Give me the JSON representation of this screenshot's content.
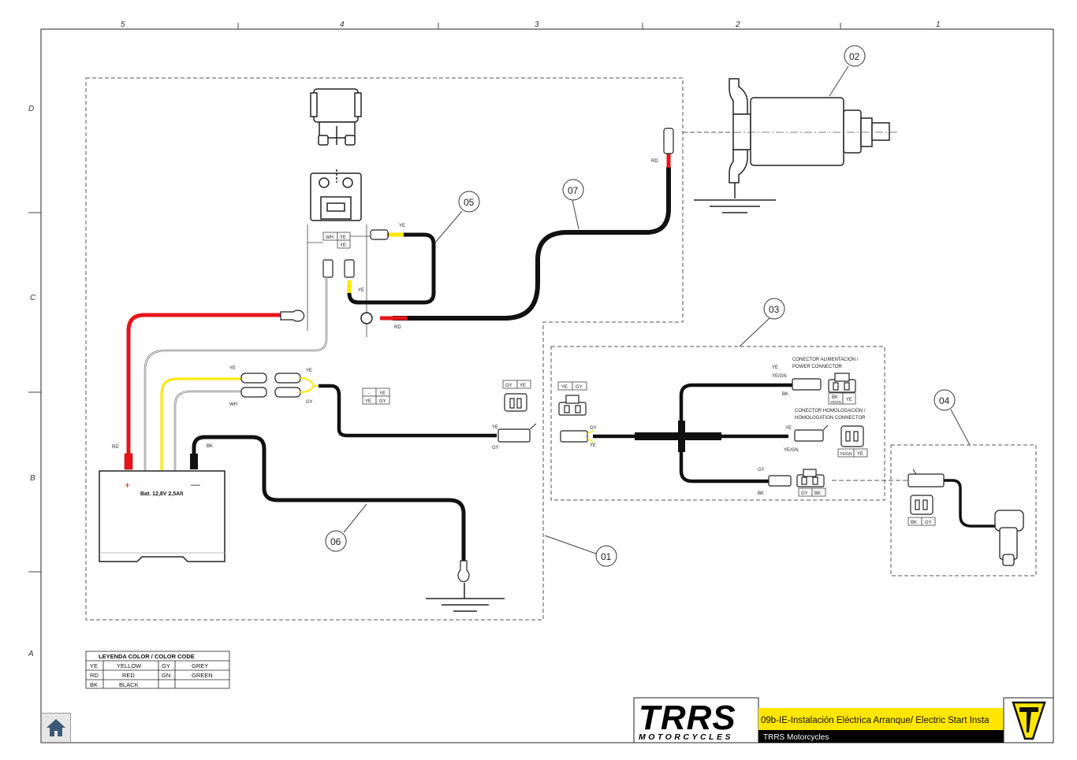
{
  "grid": {
    "columns": [
      "5",
      "4",
      "3",
      "2",
      "1"
    ],
    "rows": [
      "D",
      "C",
      "B",
      "A"
    ]
  },
  "callouts": [
    "01",
    "02",
    "03",
    "04",
    "05",
    "06",
    "07"
  ],
  "wire_labels": {
    "rd_starter": "RD",
    "rd_relay": "RD",
    "rd_battery": "RD",
    "bk_battery": "BK",
    "ye_05_top": "YE",
    "ye_05_bottom": "YE",
    "relay_wh": "WH",
    "relay_ye1": "YE",
    "relay_ye2": "YE",
    "plug_ye_left": "YE",
    "plug_wh_left": "WH",
    "plug_ye_right": "YE",
    "plug_gy_right": "GY",
    "mid_table_dash": "-",
    "mid_table_ye1": "YE",
    "mid_table_ye2": "YE",
    "mid_table_gy": "GY",
    "conn_left_ye": "YE",
    "conn_left_gy": "GY",
    "conn_b_gy": "GY",
    "conn_b_ye": "YE",
    "conn_b_label_gy": "GY",
    "conn_b_label_ye": "YE"
  },
  "harness_03": {
    "power_connector_title_es": "CONECTOR ALIMENTACION /",
    "power_connector_title_en": "POWER CONNECTOR",
    "homologation_connector_title_es": "CONECTOR HOMOLOGACIÓN /",
    "homologation_connector_title_en": "HOMOLOGATION CONNECTOR",
    "left_table": [
      "YE",
      "GY"
    ],
    "left_ye": "YE",
    "left_gy": "GY",
    "power_wire_ye": "YE",
    "power_wire_yegn": "YE/GN",
    "power_wire_bk": "BK",
    "power_pin_bk": "BK",
    "power_pin_yegn": "YE/GN",
    "power_pin_ye": "YE",
    "homolog_wire_ye": "YE",
    "homolog_wire_yegn": "YE/GN",
    "homolog_pins": [
      "YE/GN",
      "YE"
    ],
    "lower_wire_gy": "GY",
    "lower_wire_bk": "BK",
    "lower_pins": [
      "GY",
      "BK"
    ]
  },
  "switch_04": {
    "pins": [
      "BK",
      "GY"
    ]
  },
  "battery": {
    "label": "Bat. 12,8V 2,5Ah",
    "plus": "+",
    "minus": "—"
  },
  "legend": {
    "title": "LEYENDA COLOR / COLOR CODE",
    "rows": [
      [
        "YE",
        "YELLOW",
        "GY",
        "GREY"
      ],
      [
        "RD",
        "RED",
        "GN",
        "GREEN"
      ],
      [
        "BK",
        "BLACK",
        "",
        ""
      ]
    ]
  },
  "title_block": {
    "logo": "TRRS",
    "logo_sub": "MOTORCYCLES",
    "drawing_title": "09b-IE-Instalación Eléctrica Arranque/ Electric Start Insta",
    "company": "TRRS Motorcycles"
  },
  "colors": {
    "accent_yellow": "#ffe600",
    "wire_red": "#e8141b",
    "wire_black": "#111111",
    "wire_yellow": "#ffe600",
    "wire_grey": "#888888"
  },
  "icons": {
    "home": "home-icon",
    "brand_shield": "trrs-shield-icon"
  }
}
